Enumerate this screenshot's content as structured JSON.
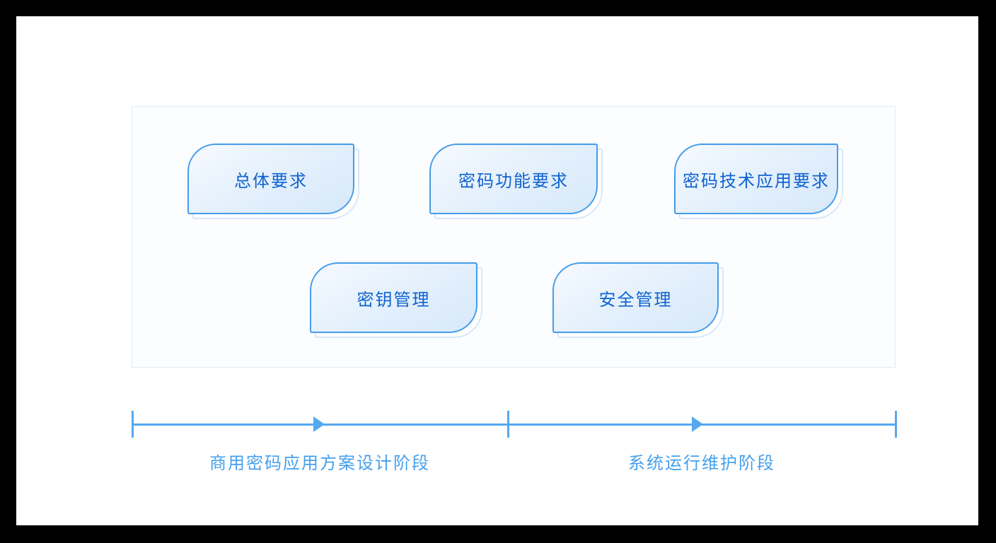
{
  "diagram": {
    "requirement_boxes": [
      {
        "label": "总体要求"
      },
      {
        "label": "密码功能要求"
      },
      {
        "label": "密码技术应用要求"
      },
      {
        "label": "密钥管理"
      },
      {
        "label": "安全管理"
      }
    ],
    "timeline": {
      "phases": [
        {
          "label": "商用密码应用方案设计阶段"
        },
        {
          "label": "系统运行维护阶段"
        }
      ]
    },
    "colors": {
      "box_border": "#459ce9",
      "box_fill_start": "#f6fafe",
      "box_fill_end": "#d7e9fa",
      "box_echo_outline": "#d7e8fa",
      "box_text": "#0f62cf",
      "panel_border": "#e2eaf4",
      "panel_fill": "#fbfdff",
      "timeline": "#55a8f0",
      "phase_label_text": "#46a0ed",
      "letterbox": "#000000",
      "screen_background": "#ffffff"
    }
  }
}
